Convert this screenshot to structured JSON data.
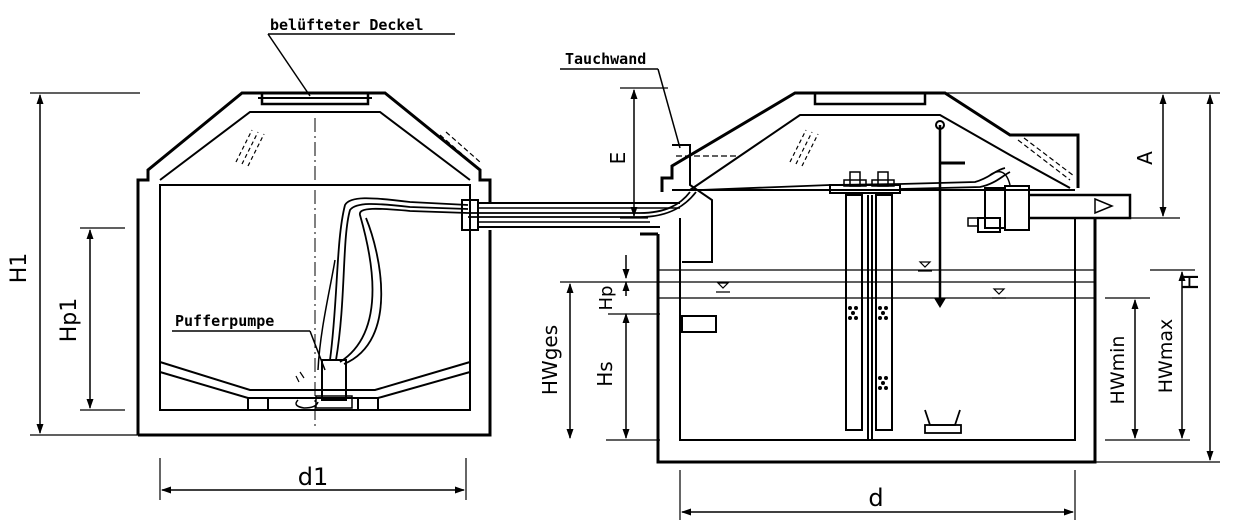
{
  "labels": {
    "lid": "belüfteter Deckel",
    "baffle": "Tauchwand",
    "buffer_pump": "Pufferpumpe"
  },
  "dimensions": {
    "h1": "H1",
    "hp1": "Hp1",
    "d1": "d1",
    "e": "E",
    "hs": "Hs",
    "hp": "Hp",
    "hwges": "HWges",
    "a": "A",
    "h": "H",
    "hwmin": "HWmin",
    "hwmax": "HWmax",
    "d": "d"
  }
}
